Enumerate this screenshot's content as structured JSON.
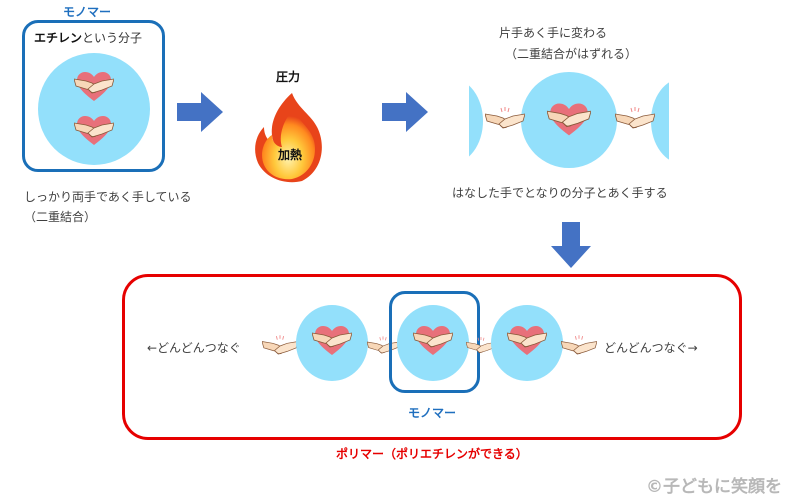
{
  "step1": {
    "title": "モノマー",
    "box_label_bold": "エチレン",
    "box_label_rest": "という分子",
    "caption_line1": "しっかり両手であく手している",
    "caption_line2": "（二重結合）"
  },
  "step2": {
    "title": "圧力",
    "flame_label": "加熱"
  },
  "step3": {
    "caption_top_line1": "片手あく手に変わる",
    "caption_top_line2": "（二重結合がはずれる）",
    "caption_bottom": "はなした手でとなりの分子とあく手する"
  },
  "polymer": {
    "left_text": "←どんどんつなぐ",
    "right_text": "どんどんつなぐ→",
    "monomer_label": "モノマー",
    "caption": "ポリマー（ポリエチレンができる）"
  },
  "watermark": "©子どもに笑顔を",
  "colors": {
    "monomer_blue": "#1a6fb8",
    "polymer_red": "#e60000",
    "arrow_blue": "#4472c4",
    "molecule_fill": "#93e0fb",
    "heart": "#e8707a"
  }
}
